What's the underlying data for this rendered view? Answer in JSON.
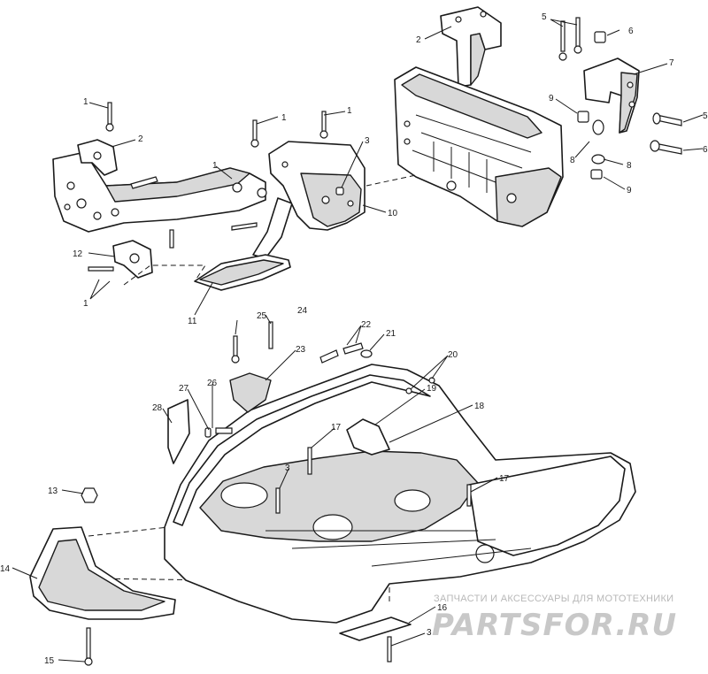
{
  "diagram": {
    "callouts": [
      {
        "id": "c1a",
        "label": "1"
      },
      {
        "id": "c1b",
        "label": "1"
      },
      {
        "id": "c1c",
        "label": "1"
      },
      {
        "id": "c1d",
        "label": "1"
      },
      {
        "id": "c1e",
        "label": "1"
      },
      {
        "id": "c2",
        "label": "2"
      },
      {
        "id": "c2b",
        "label": "2"
      },
      {
        "id": "c3a",
        "label": "3"
      },
      {
        "id": "c3b",
        "label": "3"
      },
      {
        "id": "c3c",
        "label": "3"
      },
      {
        "id": "c5a",
        "label": "5"
      },
      {
        "id": "c5b",
        "label": "5"
      },
      {
        "id": "c6a",
        "label": "6"
      },
      {
        "id": "c6b",
        "label": "6"
      },
      {
        "id": "c7",
        "label": "7"
      },
      {
        "id": "c8a",
        "label": "8"
      },
      {
        "id": "c8b",
        "label": "8"
      },
      {
        "id": "c9a",
        "label": "9"
      },
      {
        "id": "c9b",
        "label": "9"
      },
      {
        "id": "c10",
        "label": "10"
      },
      {
        "id": "c11",
        "label": "11"
      },
      {
        "id": "c12",
        "label": "12"
      },
      {
        "id": "c13",
        "label": "13"
      },
      {
        "id": "c14",
        "label": "14"
      },
      {
        "id": "c15",
        "label": "15"
      },
      {
        "id": "c16",
        "label": "16"
      },
      {
        "id": "c17a",
        "label": "17"
      },
      {
        "id": "c17b",
        "label": "17"
      },
      {
        "id": "c18",
        "label": "18"
      },
      {
        "id": "c19",
        "label": "19"
      },
      {
        "id": "c20",
        "label": "20"
      },
      {
        "id": "c21",
        "label": "21"
      },
      {
        "id": "c22",
        "label": "22"
      },
      {
        "id": "c23",
        "label": "23"
      },
      {
        "id": "c24",
        "label": "24"
      },
      {
        "id": "c25",
        "label": "25"
      },
      {
        "id": "c26",
        "label": "26"
      },
      {
        "id": "c27",
        "label": "27"
      },
      {
        "id": "c28",
        "label": "28"
      }
    ]
  },
  "watermark": {
    "tagline": "ЗАПЧАСТИ И АКСЕССУАРЫ ДЛЯ МОТОТЕХНИКИ",
    "logo": "PARTSFOR.RU",
    "colors": {
      "logo": "#c8c8c8",
      "tagline": "#b8b8b8"
    }
  },
  "colors": {
    "line": "#1a1a1a",
    "background": "#ffffff",
    "shade": "#d8d8d8"
  }
}
